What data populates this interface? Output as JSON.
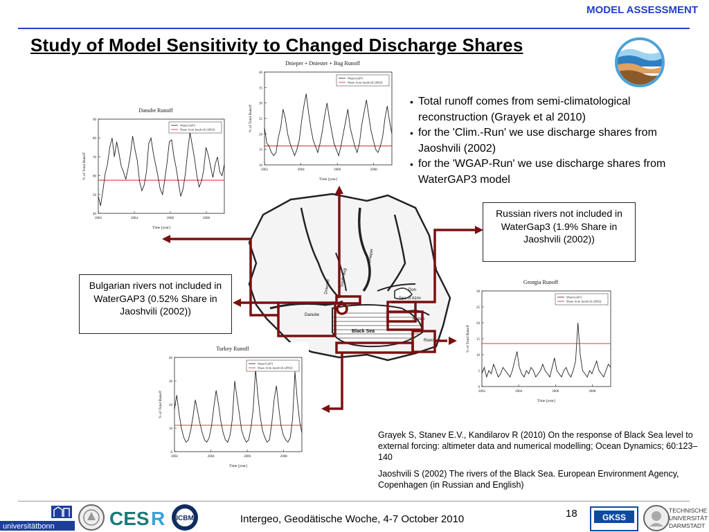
{
  "header": {
    "section_label": "MODEL ASSESSMENT",
    "title": "Study of Model Sensitivity to Changed Discharge Shares"
  },
  "bullets": [
    " Total runoff comes from semi-climatological reconstruction (Grayek et al 2010)",
    " for the 'Clim.-Run' we use discharge shares from Jaoshvili (2002)",
    "for the 'WGAP-Run' we use discharge shares from WaterGAP3 model"
  ],
  "callouts": {
    "russian": "Russian rivers not included in WaterGap3 (1.9% Share in Jaoshvili (2002))",
    "bulgarian": "Bulgarian rivers not included in WaterGAP3 (0.52% Share in Jaoshvili (2002))"
  },
  "map": {
    "labels": [
      "Dnieper",
      "South Bug",
      "Dniester",
      "Don",
      "Sea of Azov",
      "Danube",
      "Black Sea",
      "Kuban",
      "Rioni"
    ],
    "arrow_color": "#7a1010"
  },
  "references": [
    "Grayek S, Stanev E.V., Kandilarov R (2010) On the response of Black Sea level to external forcing: altimeter data and numerical modelling; Ocean Dynamics; 60:123–140",
    "Jaoshvili S (2002) The rivers of the Black Sea. European Environment Agency, Copenhagen (in Russian and English)"
  ],
  "footer": {
    "event": "Intergeo, Geodätische Woche, 4-7 October 2010",
    "page_number": "18"
  },
  "colors": {
    "accent_blue": "#1f3fcf",
    "arrow_red": "#7a1010",
    "share_line": "#d62020",
    "series_line": "#222222"
  },
  "chart_data": [
    {
      "id": "danube",
      "type": "line",
      "title": "Danube Runoff",
      "xlabel": "Time [year]",
      "ylabel": "% of Total Runoff",
      "xlim": [
        2002,
        2009
      ],
      "ylim": [
        40,
        90
      ],
      "xticks": [
        "2002",
        "2004",
        "2006",
        "2008"
      ],
      "yticks": [
        "40",
        "50",
        "60",
        "70",
        "80",
        "90"
      ],
      "legend": "top-right",
      "series": [
        {
          "name": "WaterGAP3",
          "values": [
            49,
            44,
            52,
            61,
            66,
            75,
            80,
            70,
            78,
            72,
            65,
            62,
            58,
            64,
            71,
            81,
            74,
            68,
            57,
            52,
            55,
            62,
            77,
            80,
            72,
            66,
            60,
            53,
            50,
            58,
            67,
            78,
            79,
            70,
            64,
            56,
            49,
            53,
            61,
            73,
            83,
            76,
            69,
            60,
            54,
            57,
            63,
            75,
            71,
            65,
            59,
            66,
            70,
            62,
            60,
            66
          ]
        },
        {
          "name": "Share from Jaoshvili (2002)",
          "values": [
            57.6,
            57.6
          ]
        }
      ]
    },
    {
      "id": "dnieper",
      "type": "line",
      "title": "Dnieper + Dniester + Bug Runoff",
      "xlabel": "Time [year]",
      "ylabel": "% of Total Runoff",
      "xlim": [
        2002,
        2009
      ],
      "ylim": [
        10,
        40
      ],
      "xticks": [
        "2002",
        "2004",
        "2006",
        "2008"
      ],
      "yticks": [
        "10",
        "15",
        "20",
        "25",
        "30",
        "35",
        "40"
      ],
      "legend": "top-right",
      "series": [
        {
          "name": "WaterGAP3",
          "values": [
            22,
            17,
            16,
            14,
            13,
            14,
            19,
            22,
            28,
            25,
            20,
            17,
            15,
            13,
            15,
            18,
            24,
            29,
            33,
            27,
            22,
            18,
            16,
            14,
            17,
            21,
            26,
            30,
            25,
            21,
            17,
            15,
            13,
            16,
            20,
            24,
            28,
            22,
            19,
            16,
            14,
            17,
            23,
            27,
            31,
            26,
            21,
            18,
            15,
            14,
            16,
            19,
            25,
            29,
            24,
            20
          ]
        },
        {
          "name": "Share from Jaoshvili (2002)",
          "values": [
            16.1,
            16.1
          ]
        }
      ]
    },
    {
      "id": "georgia",
      "type": "line",
      "title": "Georgia Runoff",
      "xlabel": "Time [year]",
      "ylabel": "% of Total Runoff",
      "xlim": [
        2002,
        2009
      ],
      "ylim": [
        0,
        30
      ],
      "xticks": [
        "2002",
        "2004",
        "2006",
        "2008"
      ],
      "yticks": [
        "0",
        "5",
        "10",
        "15",
        "20",
        "25",
        "30"
      ],
      "legend": "top-right",
      "series": [
        {
          "name": "WaterGAP3",
          "values": [
            4,
            6,
            3,
            5,
            4,
            7,
            5,
            3,
            4,
            6,
            5,
            4,
            3,
            5,
            8,
            11,
            6,
            4,
            3,
            5,
            4,
            6,
            5,
            3,
            4,
            5,
            7,
            5,
            4,
            3,
            6,
            9,
            5,
            4,
            3,
            5,
            6,
            4,
            3,
            5,
            8,
            20,
            10,
            5,
            4,
            3,
            5,
            4,
            6,
            8,
            5,
            4,
            3,
            5,
            7,
            6
          ]
        },
        {
          "name": "Share from Jaoshvili (2002)",
          "values": [
            13.5,
            13.5
          ]
        }
      ]
    },
    {
      "id": "turkey",
      "type": "line",
      "title": "Turkey Runoff",
      "xlabel": "Time [year]",
      "ylabel": "% of Total Runoff",
      "xlim": [
        2002,
        2009
      ],
      "ylim": [
        0,
        40
      ],
      "xticks": [
        "2002",
        "2004",
        "2006",
        "2008"
      ],
      "yticks": [
        "0",
        "10",
        "20",
        "30",
        "40"
      ],
      "legend": "top-right",
      "series": [
        {
          "name": "WaterGAP3",
          "values": [
            18,
            24,
            16,
            10,
            6,
            4,
            5,
            9,
            15,
            22,
            17,
            12,
            8,
            5,
            4,
            6,
            11,
            19,
            26,
            20,
            13,
            8,
            5,
            4,
            7,
            14,
            30,
            23,
            16,
            9,
            6,
            4,
            5,
            10,
            18,
            35,
            24,
            15,
            9,
            6,
            4,
            5,
            12,
            22,
            28,
            19,
            11,
            7,
            5,
            4,
            6,
            14,
            34,
            22,
            13,
            8
          ]
        },
        {
          "name": "Share from Jaoshvili (2002)",
          "values": [
            11.2,
            11.2
          ]
        }
      ]
    }
  ]
}
